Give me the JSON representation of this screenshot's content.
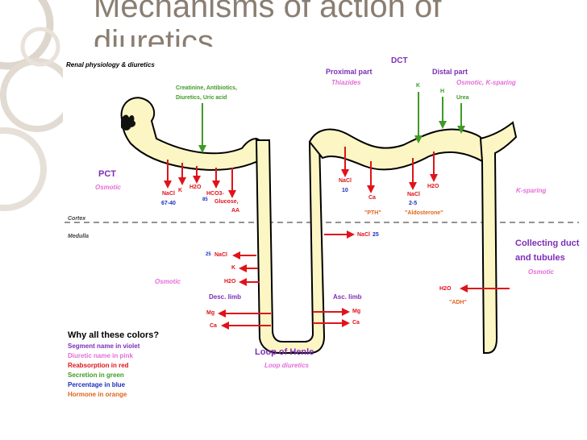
{
  "slide": {
    "title": "Mechanisms of action of diuretics",
    "subtitle": "Renal physiology & diuretics"
  },
  "colors": {
    "tubule_fill": "#fbf6c4",
    "reabsorption": "#e0131a",
    "secretion": "#3f9a26",
    "segment": "#7d2db7",
    "diuretic": "#e46cd9",
    "percentage": "#1f2dbf",
    "hormone": "#e0651d",
    "title": "#8a7e72",
    "deco_ring": "#d2cbc1"
  },
  "segments": {
    "dct": "DCT",
    "proximal_part": "Proximal part",
    "distal_part": "Distal part",
    "pct": "PCT",
    "loop": "Loop of Henle",
    "collecting_line1": "Collecting duct",
    "collecting_line2": "and tubules",
    "desc_limb": "Desc. limb",
    "asc_limb": "Asc. limb"
  },
  "diuretics": {
    "thiazides": "Thiazides",
    "osmotic_ksparing": "Osmotic, K-sparing",
    "pct_osmotic": "Osmotic",
    "ksparing": "K-sparing",
    "desc_osmotic": "Osmotic",
    "collecting_osmotic": "Osmotic",
    "loop_diuretics": "Loop diuretics"
  },
  "regions": {
    "cortex": "Cortex",
    "medulla": "Medulla"
  },
  "secretion": {
    "pct_line1": "Creatinine, Antibiotics,",
    "pct_line2": "Diuretics, Uric acid",
    "k": "K",
    "h": "H",
    "urea": "Urea"
  },
  "reabsorption": {
    "pct_nacl": "NaCl",
    "pct_k": "K",
    "pct_h2o": "H2O",
    "pct_hco3": "HCO3-",
    "pct_glucose": "Glucose,",
    "pct_aa": "AA",
    "dct_nacl": "NaCl",
    "dct_ca": "Ca",
    "dct2_nacl": "NaCl",
    "dct_h2o": "H2O",
    "asc_nacl": "NaCl",
    "desc_nacl": "NaCl",
    "desc_k": "K",
    "desc_h2o": "H2O",
    "desc_mg": "Mg",
    "desc_ca": "Ca",
    "asc_mg": "Mg",
    "asc_ca": "Ca",
    "coll_h2o": "H2O"
  },
  "percentages": {
    "pct_nacl": "67-40",
    "pct_h2o": "85",
    "dct_nacl": "10",
    "dct2_nacl": "2-5",
    "asc_nacl": "25",
    "desc_nacl": "25"
  },
  "hormones": {
    "pth": "\"PTH\"",
    "aldosterone": "\"Aldosterone\"",
    "adh": "\"ADH\""
  },
  "legend": {
    "heading": "Why all these colors?",
    "items": [
      {
        "text": "Segment name in violet",
        "color": "#7d2db7"
      },
      {
        "text": "Diuretic name in pink",
        "color": "#e46cd9"
      },
      {
        "text": "Reabsorption in red",
        "color": "#e0131a"
      },
      {
        "text": "Secretion in green",
        "color": "#3f9a26"
      },
      {
        "text": "Percentage in blue",
        "color": "#1f2dbf"
      },
      {
        "text": "Hormone in orange",
        "color": "#e0651d"
      }
    ]
  }
}
